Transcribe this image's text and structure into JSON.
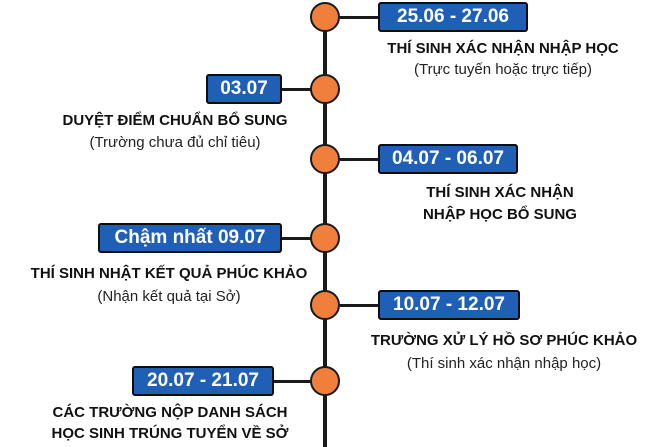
{
  "events": [
    {
      "date": "25.06 - 27.06",
      "title": "THÍ SINH XÁC NHẬN NHẬP HỌC",
      "subtitle": "(Trực tuyến hoặc trực tiếp)"
    },
    {
      "date": "03.07",
      "title": "DUYỆT ĐIỂM CHUẨN BỔ SUNG",
      "subtitle": "(Trường chưa đủ chỉ tiêu)"
    },
    {
      "date": "04.07 - 06.07",
      "title_line1": "THÍ SINH XÁC NHẬN",
      "title_line2": "NHẬP HỌC BỔ SUNG"
    },
    {
      "date": "Chậm nhất 09.07",
      "title": "THÍ SINH NHẬT KẾT QUẢ PHÚC KHẢO",
      "subtitle": "(Nhận kết quả tại Sở)"
    },
    {
      "date": "10.07 - 12.07",
      "title": "TRƯỜNG XỬ LÝ HỒ SƠ PHÚC KHẢO",
      "subtitle": "(Thí sinh xác nhận nhập học)"
    },
    {
      "date": "20.07 - 21.07",
      "title_line1": "CÁC TRƯỜNG NỘP DANH SÁCH",
      "title_line2": "HỌC SINH TRÚNG TUYỂN VỀ SỞ"
    }
  ],
  "colors": {
    "badge": "#1f60b6",
    "dot": "#f07f3b",
    "line": "#1a1a1a"
  }
}
